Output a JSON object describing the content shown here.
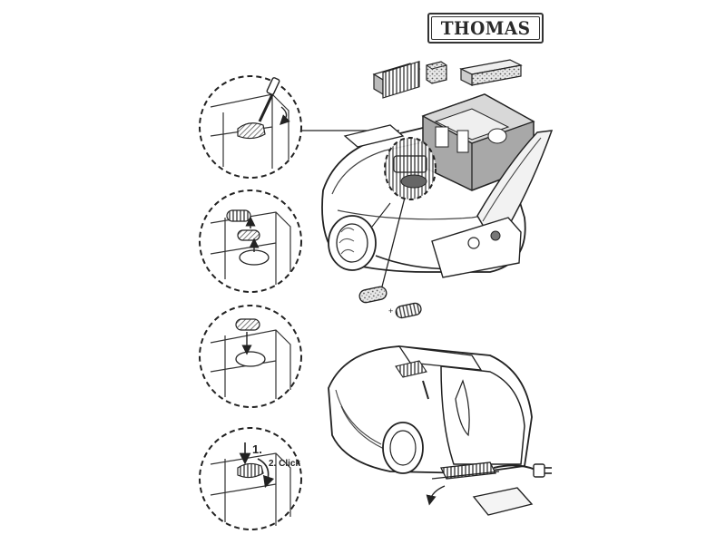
{
  "brand": {
    "logo_text": "THOMAS"
  },
  "steps": {
    "step_one_label": "1.",
    "step_two_label": "2. Click"
  },
  "icons": [
    "filter-sponge-icon",
    "fine-filter-icon",
    "filter-mat-icon",
    "screwdriver-icon",
    "arrow-up-icon",
    "arrow-down-icon",
    "rotate-arrow-icon",
    "plug-icon"
  ],
  "colors": {
    "line": "#2a2a2a",
    "shade": "#9a9a9a",
    "background": "#ffffff"
  }
}
